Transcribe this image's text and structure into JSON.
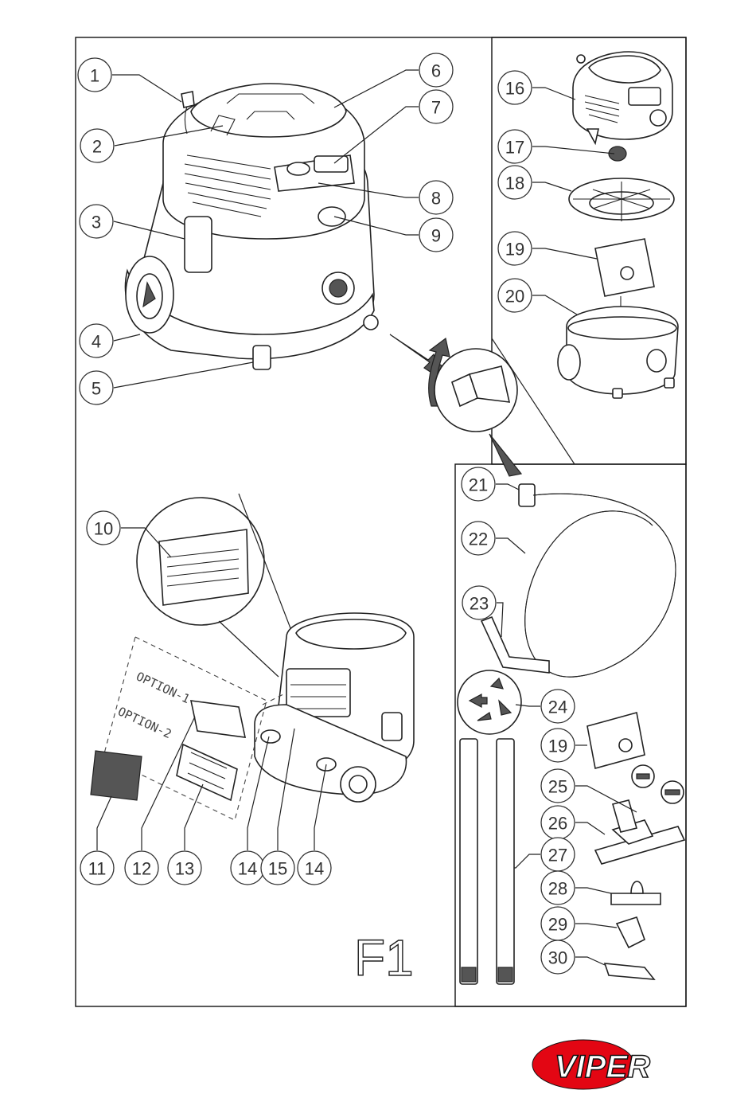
{
  "figure_label": "F1",
  "option_labels": [
    "OPTION-1",
    "OPTION-2"
  ],
  "logo_text": "VIPER",
  "brand_color": "#e30613",
  "callouts": [
    "1",
    "2",
    "3",
    "4",
    "5",
    "6",
    "7",
    "8",
    "9",
    "10",
    "11",
    "12",
    "13",
    "14",
    "15",
    "14",
    "16",
    "17",
    "18",
    "19",
    "20",
    "21",
    "22",
    "23",
    "24",
    "19",
    "25",
    "26",
    "27",
    "28",
    "29",
    "30"
  ]
}
